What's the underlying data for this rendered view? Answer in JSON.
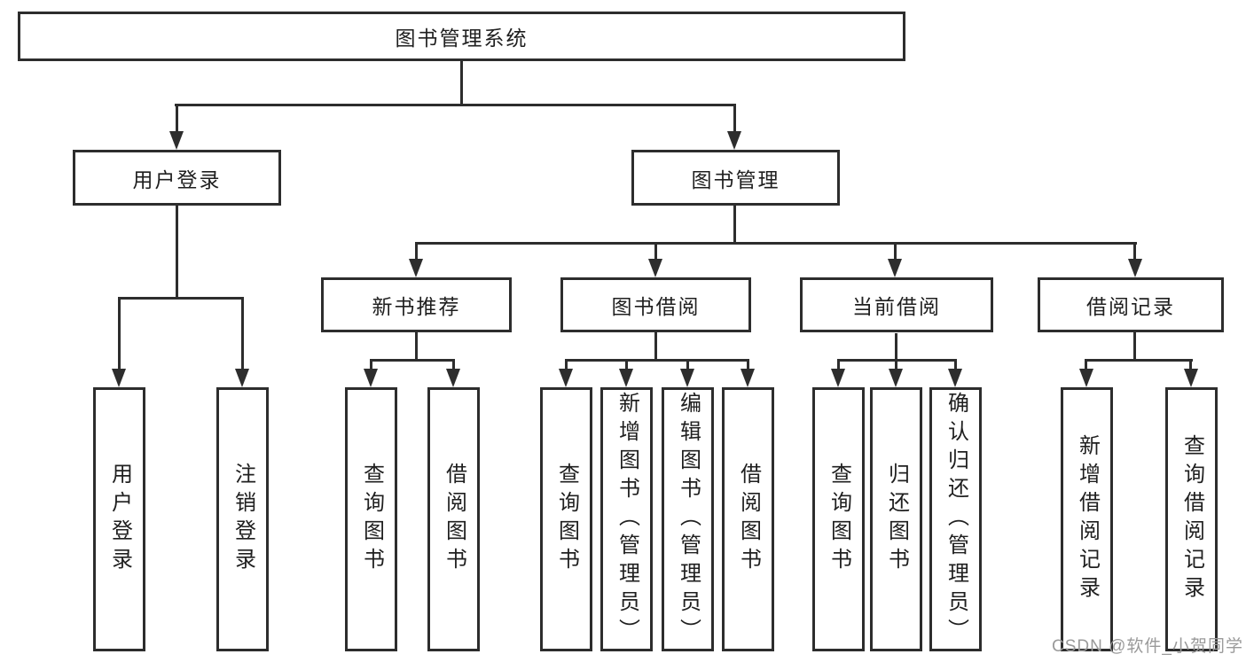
{
  "diagram": {
    "root": "图书管理系统",
    "branches": [
      {
        "label": "用户登录",
        "children": [
          "用户登录",
          "注销登录"
        ]
      },
      {
        "label": "图书管理",
        "children": [
          {
            "label": "新书推荐",
            "children": [
              "查询图书",
              "借阅图书"
            ]
          },
          {
            "label": "图书借阅",
            "children": [
              "查询图书",
              "新增图书（管理员）",
              "编辑图书（管理员）",
              "借阅图书"
            ]
          },
          {
            "label": "当前借阅",
            "children": [
              "查询图书",
              "归还图书",
              "确认归还（管理员）"
            ]
          },
          {
            "label": "借阅记录",
            "children": [
              "新增借阅记录",
              "查询借阅记录"
            ]
          }
        ]
      }
    ]
  },
  "watermark": "CSDN @软件_小贺同学",
  "colors": {
    "line": "#2d2d2d",
    "text": "#1f1f1f",
    "watermark": "#9a9a9a",
    "background": "#ffffff"
  }
}
